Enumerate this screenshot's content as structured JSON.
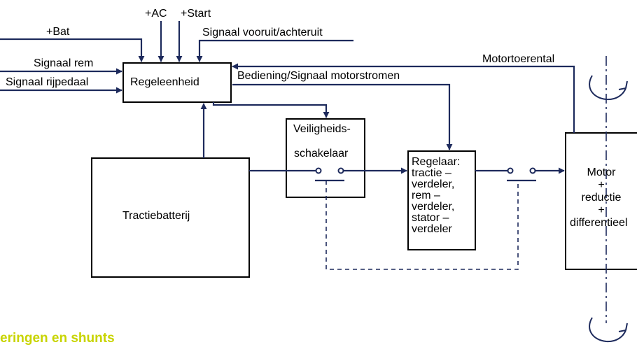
{
  "inputs": {
    "bat": "+Bat",
    "ac": "+AC",
    "start": "+Start",
    "signaal_vooruit": "Signaal vooruit/achteruit",
    "signaal_rem": "Signaal rem",
    "signaal_rijpedaal": "Signaal rijpedaal",
    "motortoerental": "Motortoerental",
    "bediening": "Bediening/Signaal motorstromen"
  },
  "blocks": {
    "regeleenheid": "Regeleenheid",
    "veiligheid_line1": "Veiligheids-",
    "veiligheid_line2": "schakelaar",
    "tractiebatterij": "Tractiebatterij",
    "regelaar_lines": [
      "Regelaar:",
      "tractie –",
      "verdeler,",
      "rem –",
      "verdeler,",
      "stator –",
      "verdeler"
    ],
    "motor_lines": [
      "Motor",
      "+",
      "reductie",
      "+",
      "differentieel"
    ]
  },
  "heading_fragment": "eringen en shunts",
  "colors": {
    "line": "#1d2a5c",
    "box": "#000000",
    "heading": "#c8d400",
    "arrow_rotation": "#1d2a5c"
  },
  "icons": {
    "rotation_arrow": "rotation-arrow-icon",
    "arrow_head": "arrow-head-icon",
    "switch_contact": "switch-contact-icon"
  }
}
